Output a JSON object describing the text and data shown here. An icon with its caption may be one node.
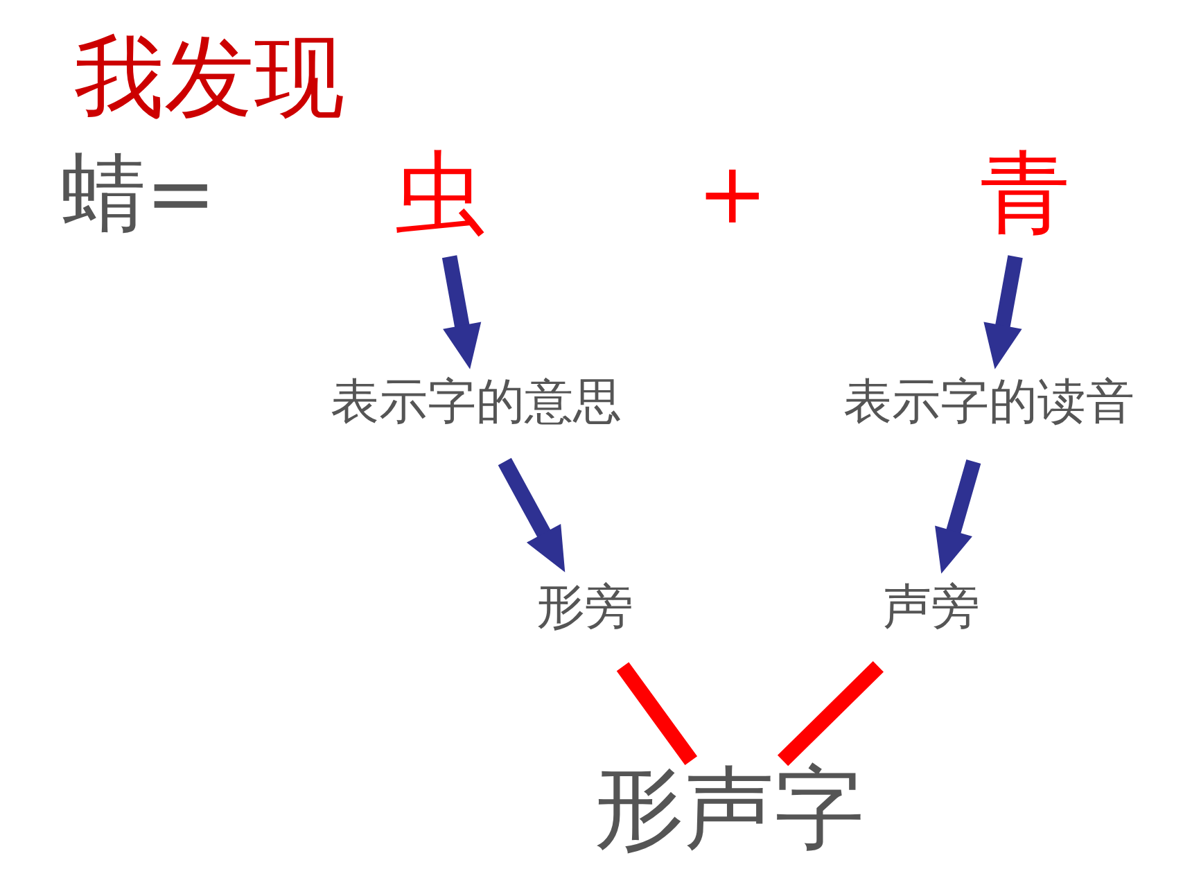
{
  "diagram": {
    "title": "我发现",
    "nodes": [
      {
        "text": [
          "虫"
        ]
      },
      {
        "text": [
          "青"
        ]
      },
      {
        "text": [
          "表示字的意思"
        ]
      },
      {
        "text": [
          "表示字的读音"
        ]
      },
      {
        "text": [
          "形旁"
        ]
      },
      {
        "text": [
          "声旁"
        ]
      },
      {
        "text": [
          "形声字"
        ]
      }
    ],
    "edges": [
      {
        "from": 0,
        "to": 2,
        "arrow": "to"
      },
      {
        "from": 1,
        "to": 3,
        "arrow": "to"
      },
      {
        "from": 2,
        "to": 4,
        "arrow": "to"
      },
      {
        "from": 3,
        "to": 5,
        "arrow": "to"
      },
      {
        "from": 4,
        "to": 6,
        "arrow": "none",
        "color": "#ff0000"
      },
      {
        "from": 5,
        "to": 6,
        "arrow": "none",
        "color": "#ff0000"
      }
    ],
    "labels": [
      "蜻=",
      "+"
    ]
  }
}
